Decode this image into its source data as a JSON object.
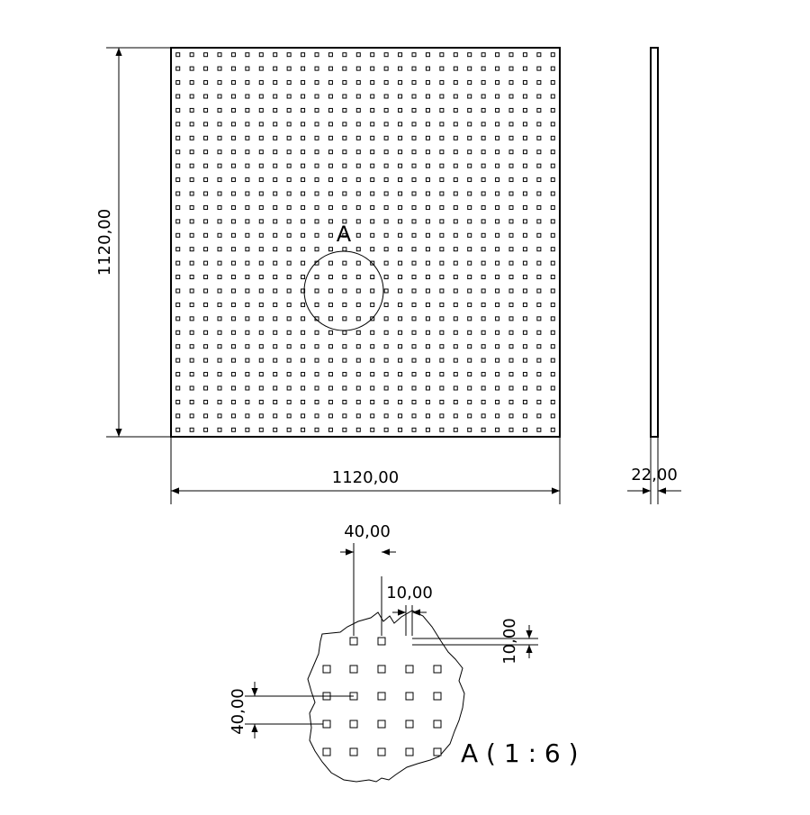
{
  "drawing": {
    "front_view": {
      "width_label": "1120,00",
      "height_label": "1120,00",
      "detail_marker": "A",
      "hole_grid": {
        "columns": 28,
        "rows": 28
      }
    },
    "side_view": {
      "thickness_label": "22,00"
    },
    "detail_view": {
      "title": "A ( 1 : 6 )",
      "pitch_horizontal_label": "40,00",
      "hole_width_label": "10,00",
      "hole_height_label": "10,00",
      "pitch_vertical_label": "40,00"
    }
  }
}
